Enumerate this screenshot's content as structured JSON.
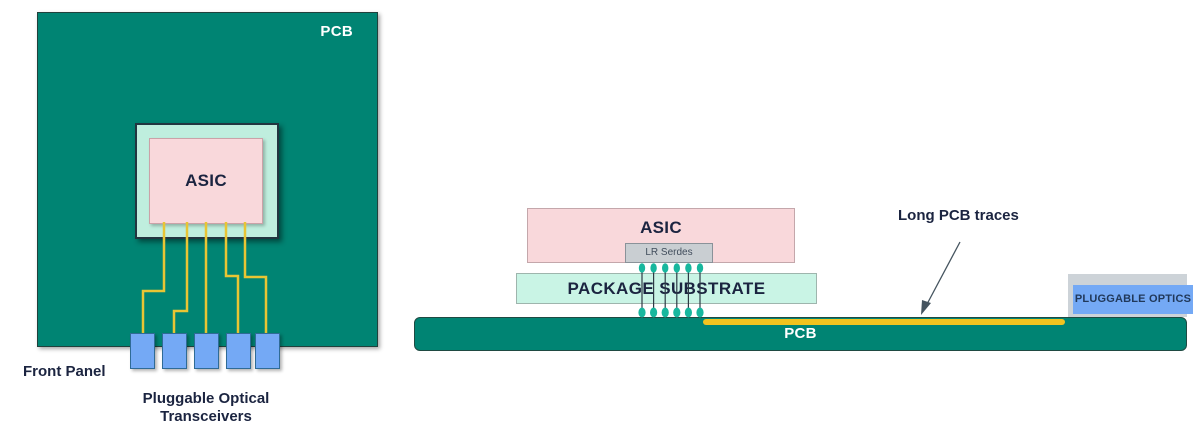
{
  "left_diagram": {
    "pcb_label": "PCB",
    "asic_label": "ASIC",
    "front_panel_label": "Front Panel",
    "transceivers_label": "Pluggable Optical Transceivers",
    "transceiver_count": 5,
    "trace_count": 5
  },
  "right_diagram": {
    "asic_label": "ASIC",
    "lr_serdes_label": "LR Serdes",
    "package_substrate_label": "PACKAGE SUBSTRATE",
    "pcb_label": "PCB",
    "long_pcb_traces_label": "Long PCB traces",
    "pluggable_optics_label": "PLUGGABLE OPTICS",
    "ball_connector_count": 6
  },
  "colors": {
    "pcb_teal": "#008473",
    "package_mint": "#bfeede",
    "substrate_mint": "#c9f4e5",
    "asic_pink": "#f9d8db",
    "transceiver_blue": "#74a9f5",
    "trace_yellow": "#e8c534",
    "long_trace_yellow": "#f2c31f",
    "ball_teal": "#17b79e",
    "serdes_gray": "#c9ced2",
    "optics_backplate_gray": "#cdd3d8",
    "text_dark": "#1b2440",
    "label_white": "#ffffff"
  }
}
